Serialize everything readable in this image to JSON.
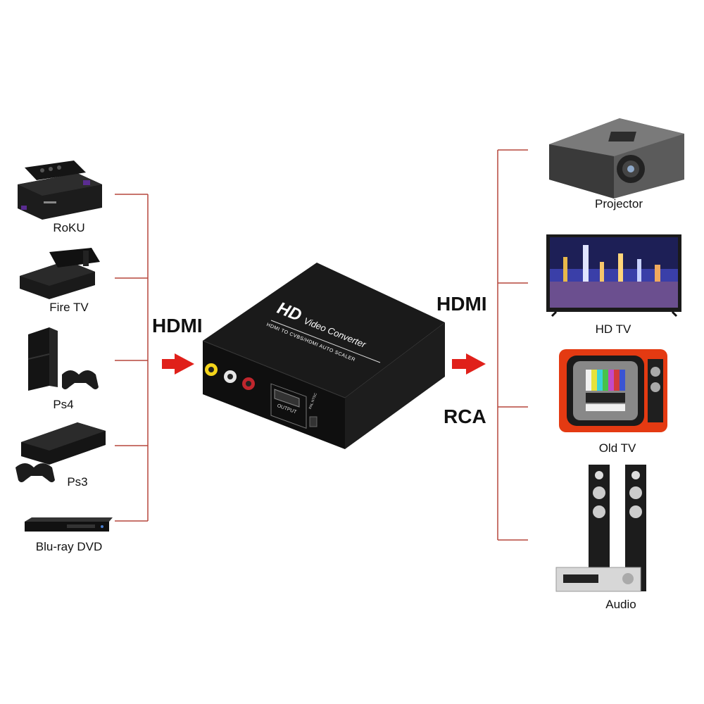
{
  "inputs": {
    "devices": [
      {
        "label": "RoKU"
      },
      {
        "label": "Fire TV"
      },
      {
        "label": "Ps4"
      },
      {
        "label": "Ps3"
      },
      {
        "label": "Blu-ray DVD"
      }
    ]
  },
  "outputs": {
    "devices": [
      {
        "label": "Projector"
      },
      {
        "label": "HD TV"
      },
      {
        "label": "Old TV"
      },
      {
        "label": "Audio"
      }
    ]
  },
  "connections": {
    "input_label": "HDMI",
    "output_label_1": "HDMI",
    "output_label_2": "RCA"
  },
  "converter": {
    "brand_logo": "HD",
    "title": "Video Converter",
    "subtitle": "HDMI TO CVBS/HDMI AUTO SCALER",
    "port_label": "OUTPUT",
    "switch_label": "PAL NTSC"
  },
  "colors": {
    "connector_line": "#b5473c",
    "arrow": "#e0201a",
    "device_dark": "#1b1b1b"
  }
}
